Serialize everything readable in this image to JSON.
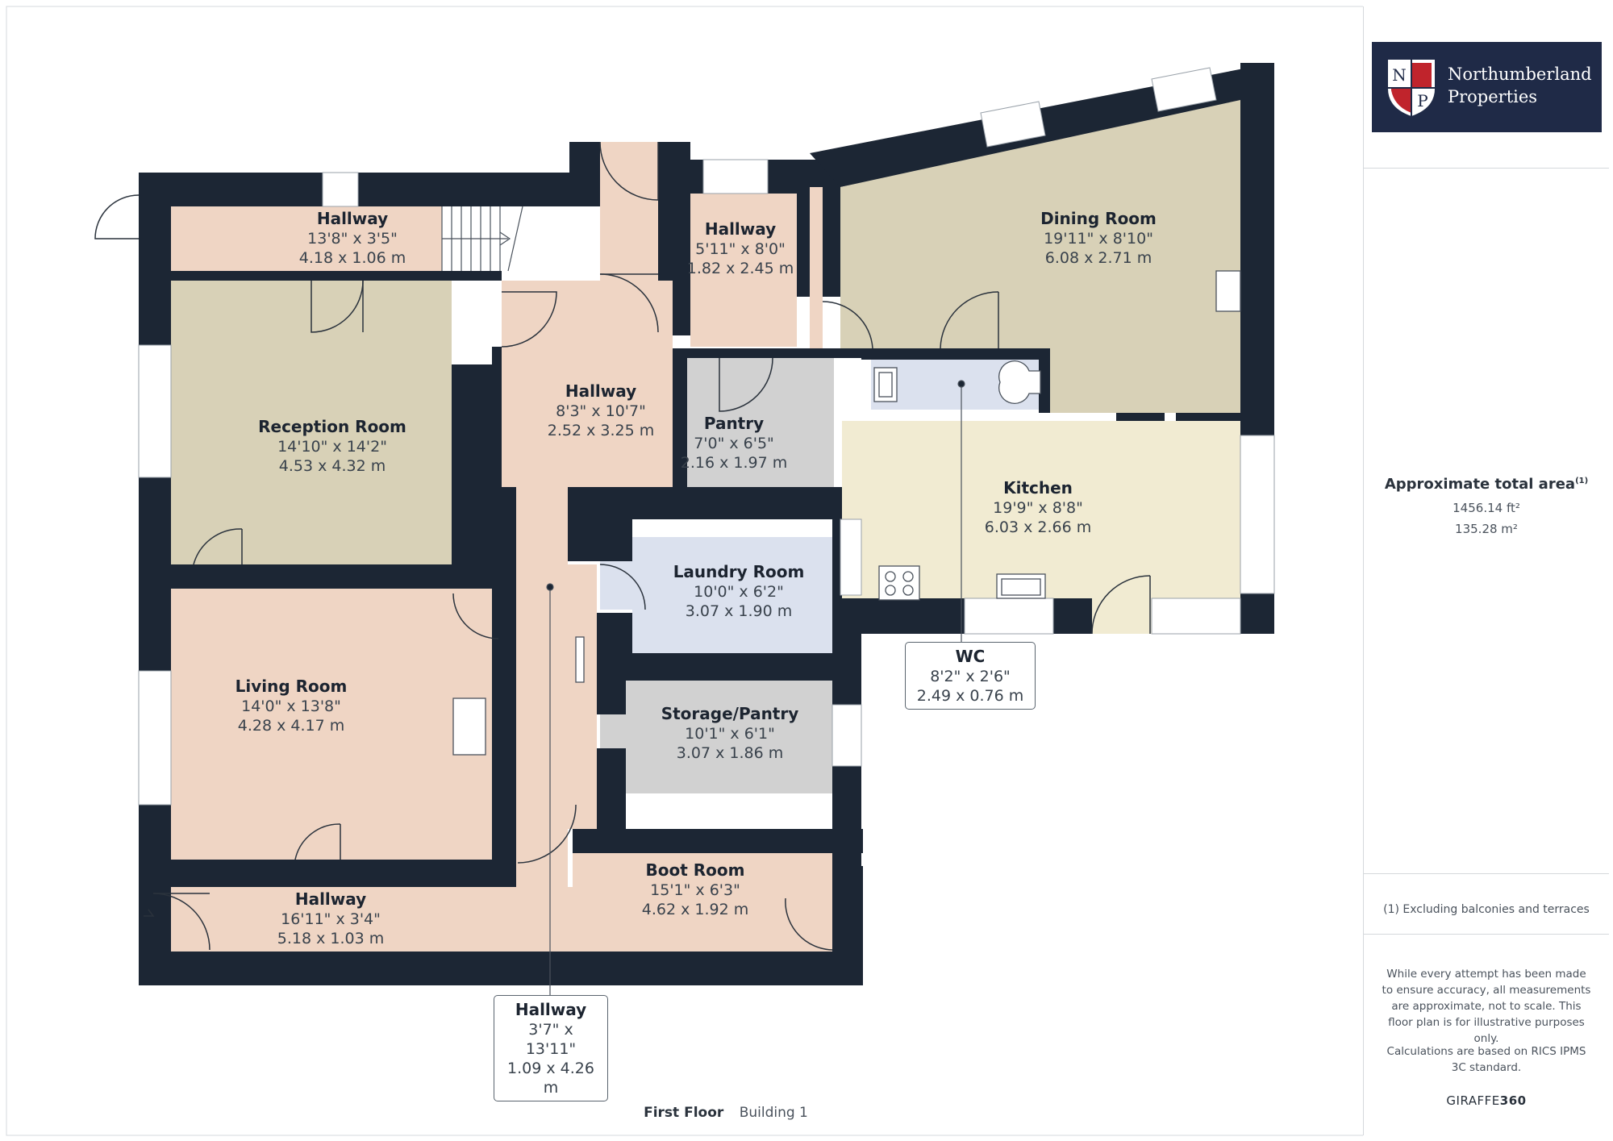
{
  "rooms": {
    "hallway_top": {
      "name": "Hallway",
      "imperial": "13'8\" x 3'5\"",
      "metric": "4.18 x 1.06 m"
    },
    "hallway_small": {
      "name": "Hallway",
      "imperial": "5'11\" x 8'0\"",
      "metric": "1.82 x 2.45 m"
    },
    "dining": {
      "name": "Dining Room",
      "imperial": "19'11\" x 8'10\"",
      "metric": "6.08 x 2.71 m"
    },
    "reception": {
      "name": "Reception Room",
      "imperial": "14'10\" x 14'2\"",
      "metric": "4.53 x 4.32 m"
    },
    "hallway_mid": {
      "name": "Hallway",
      "imperial": "8'3\" x 10'7\"",
      "metric": "2.52 x 3.25 m"
    },
    "pantry": {
      "name": "Pantry",
      "imperial": "7'0\" x 6'5\"",
      "metric": "2.16 x 1.97 m"
    },
    "kitchen": {
      "name": "Kitchen",
      "imperial": "19'9\" x 8'8\"",
      "metric": "6.03 x 2.66 m"
    },
    "laundry": {
      "name": "Laundry Room",
      "imperial": "10'0\" x 6'2\"",
      "metric": "3.07 x 1.90 m"
    },
    "wc": {
      "name": "WC",
      "imperial": "8'2\" x 2'6\"",
      "metric": "2.49 x 0.76 m"
    },
    "living": {
      "name": "Living Room",
      "imperial": "14'0\" x 13'8\"",
      "metric": "4.28 x 4.17 m"
    },
    "storage": {
      "name": "Storage/Pantry",
      "imperial": "10'1\" x 6'1\"",
      "metric": "3.07 x 1.86 m"
    },
    "boot": {
      "name": "Boot Room",
      "imperial": "15'1\" x 6'3\"",
      "metric": "4.62 x 1.92 m"
    },
    "hallway_bottom": {
      "name": "Hallway",
      "imperial": "16'11\" x 3'4\"",
      "metric": "5.18 x 1.03 m"
    },
    "hallway_long": {
      "name": "Hallway",
      "imperial": "3'7\" x 13'11\"",
      "metric": "1.09 x 4.26 m"
    }
  },
  "logo": {
    "monogram_left": "N",
    "monogram_right": "P",
    "line1": "Northumberland",
    "line2": "Properties"
  },
  "area": {
    "title": "Approximate total area",
    "footnote_mark": "(1)",
    "imperial": "1456.14 ft²",
    "metric": "135.28 m²"
  },
  "notes": {
    "excluding": "(1) Excluding balconies and terraces",
    "disclaimer": "While every attempt has been made to ensure accuracy, all measurements are approximate, not to scale. This floor plan is for illustrative purposes only.",
    "calculations": "Calculations are based on RICS IPMS 3C standard."
  },
  "brand": {
    "part1": "GIRAFFE",
    "part2": "360"
  },
  "floor": {
    "level": "First Floor",
    "building": "Building 1"
  },
  "colors": {
    "wall": "#1c2634",
    "hall": "#efd5c4",
    "reception": "#d8d1b7",
    "dining": "#d8d1b7",
    "kitchen": "#f1ebd2",
    "pantry": "#d1d1d1",
    "laundry": "#dbe1ee",
    "logo_bg": "#1f2a47"
  }
}
